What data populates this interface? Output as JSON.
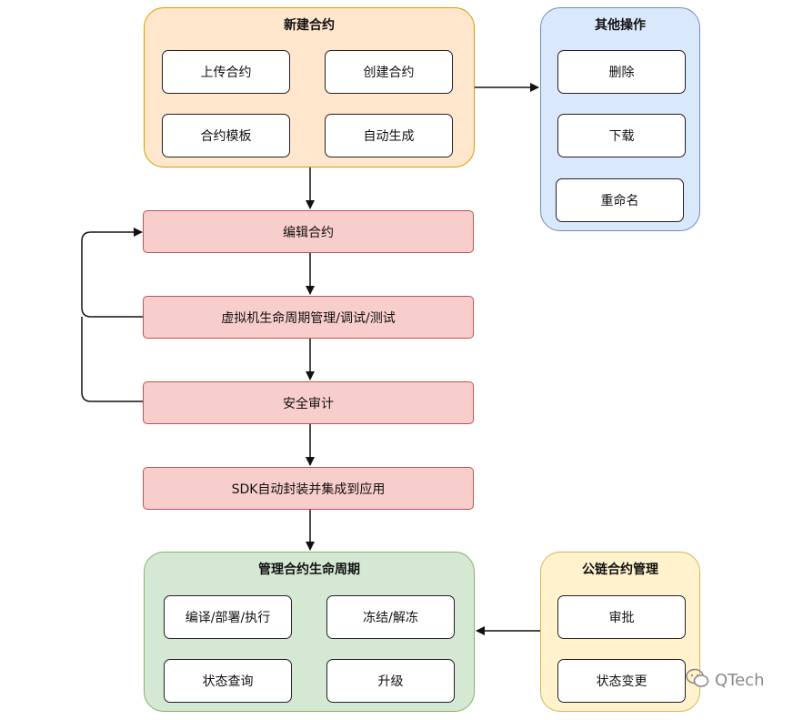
{
  "new_contract": {
    "title": "新建合约",
    "items": [
      "上传合约",
      "创建合约",
      "合约模板",
      "自动生成"
    ]
  },
  "other_ops": {
    "title": "其他操作",
    "items": [
      "删除",
      "下载",
      "重命名"
    ]
  },
  "flow_steps": [
    "编辑合约",
    "虚拟机生命周期管理/调试/测试",
    "安全审计",
    "SDK自动封装并集成到应用"
  ],
  "manage": {
    "title": "管理合约生命周期",
    "items": [
      "编译/部署/执行",
      "冻结/解冻",
      "状态查询",
      "升级"
    ]
  },
  "public_chain": {
    "title": "公链合约管理",
    "items": [
      "审批",
      "状态变更"
    ]
  },
  "watermark": {
    "text": "QTech",
    "icon": "wechat-icon"
  },
  "colors": {
    "orange_fill": "#ffe6cc",
    "orange_border": "#d79b00",
    "blue_fill": "#dae8fc",
    "blue_border": "#6c8ebf",
    "red_fill": "#f8cecc",
    "red_border": "#b85450",
    "green_fill": "#d5e8d4",
    "green_border": "#82b366",
    "yellow_fill": "#fff2cc",
    "yellow_border": "#d6b656"
  }
}
